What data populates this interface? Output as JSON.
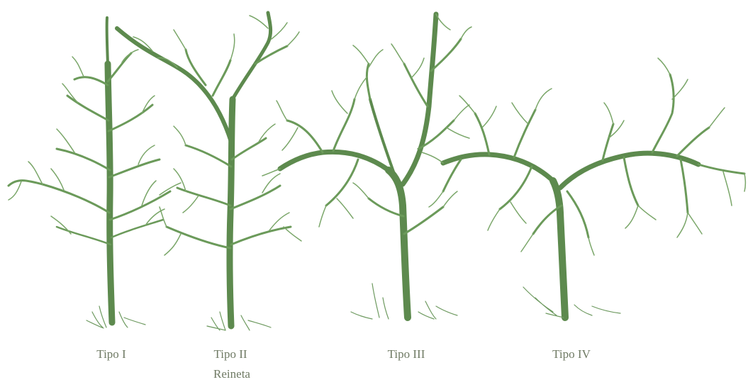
{
  "figure": {
    "trees": [
      {
        "id": "tipo-1",
        "label": "Tipo I",
        "sublabel": ""
      },
      {
        "id": "tipo-2",
        "label": "Tipo II",
        "sublabel": "Reineta"
      },
      {
        "id": "tipo-3",
        "label": "Tipo III",
        "sublabel": ""
      },
      {
        "id": "tipo-4",
        "label": "Tipo IV",
        "sublabel": ""
      }
    ]
  },
  "colors": {
    "ink": "#5d8a4e",
    "label": "#6f7a64",
    "background": "#ffffff"
  }
}
